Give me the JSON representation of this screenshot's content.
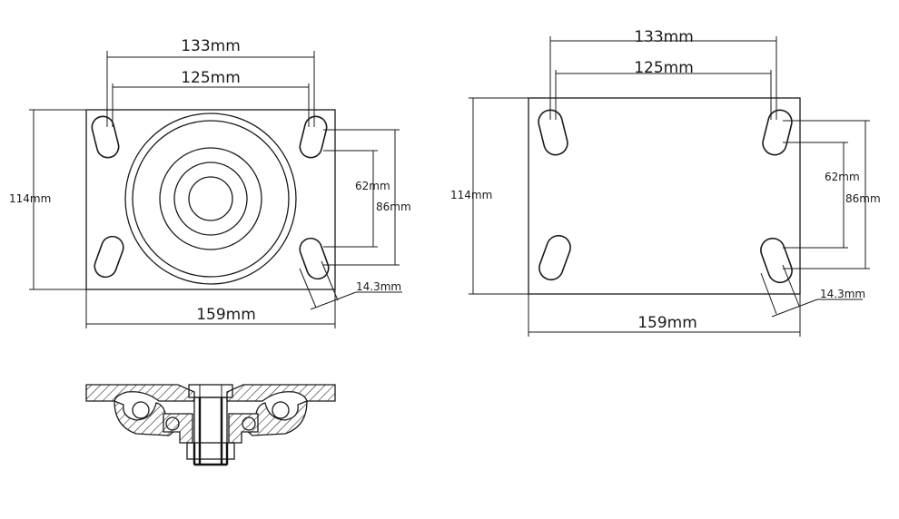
{
  "left_plate": {
    "dim_outer_width": "133mm",
    "dim_inner_width": "125mm",
    "dim_height": "114mm",
    "dim_slot_inner": "62mm",
    "dim_slot_outer": "86mm",
    "dim_slot_width": "14.3mm",
    "dim_plate_width": "159mm"
  },
  "right_plate": {
    "dim_outer_width": "133mm",
    "dim_inner_width": "125mm",
    "dim_height": "114mm",
    "dim_slot_inner": "62mm",
    "dim_slot_outer": "86mm",
    "dim_slot_width": "14.3mm",
    "dim_plate_width": "159mm"
  }
}
